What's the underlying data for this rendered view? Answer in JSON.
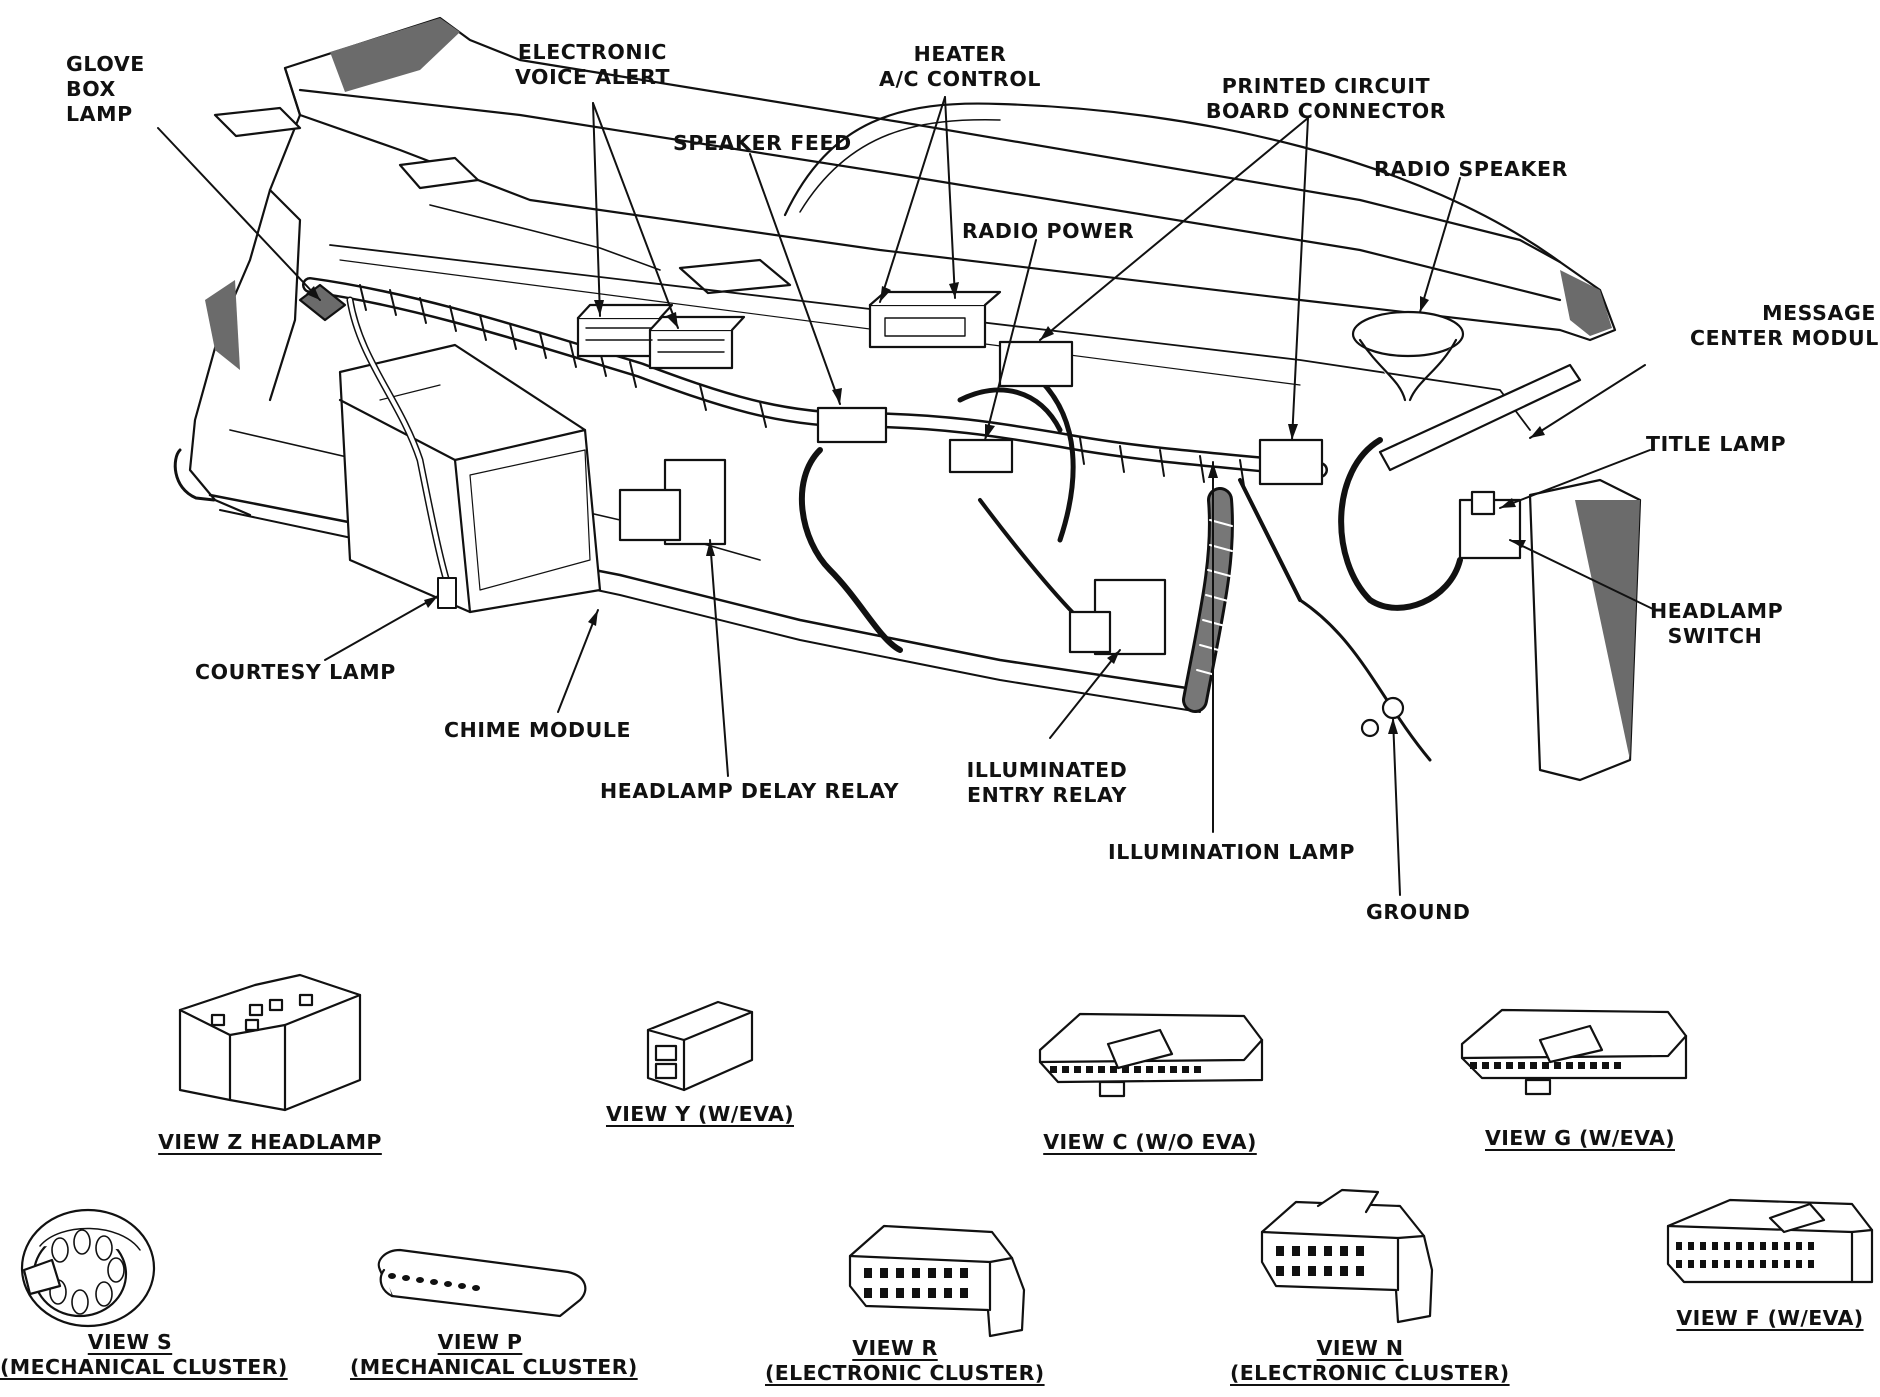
{
  "callouts": {
    "glove_box_lamp": "GLOVE\nBOX\nLAMP",
    "electronic_voice_alert": "ELECTRONIC\nVOICE ALERT",
    "heater_ac_control": "HEATER\nA/C CONTROL",
    "printed_circuit_board_connector": "PRINTED CIRCUIT\nBOARD CONNECTOR",
    "speaker_feed": "SPEAKER FEED",
    "radio_speaker": "RADIO SPEAKER",
    "radio_power": "RADIO POWER",
    "message_center_module": "MESSAGE\nCENTER MODULE",
    "title_lamp": "TITLE LAMP",
    "headlamp_switch": "HEADLAMP\nSWITCH",
    "courtesy_lamp": "COURTESY LAMP",
    "chime_module": "CHIME MODULE",
    "headlamp_delay_relay": "HEADLAMP DELAY RELAY",
    "illuminated_entry_relay": "ILLUMINATED\nENTRY RELAY",
    "illumination_lamp": "ILLUMINATION LAMP",
    "ground": "GROUND"
  },
  "views": {
    "z": {
      "title": "VIEW Z HEADLAMP"
    },
    "y": {
      "title": "VIEW Y (W/EVA)"
    },
    "c": {
      "title": "VIEW C (W/O EVA)"
    },
    "g": {
      "title": "VIEW G (W/EVA)"
    },
    "s": {
      "title": "VIEW S",
      "subtitle": "(MECHANICAL CLUSTER)"
    },
    "p": {
      "title": "VIEW P",
      "subtitle": "(MECHANICAL CLUSTER)"
    },
    "r": {
      "title": "VIEW R",
      "subtitle": "(ELECTRONIC CLUSTER)"
    },
    "n": {
      "title": "VIEW N",
      "subtitle": "(ELECTRONIC CLUSTER)"
    },
    "f": {
      "title": "VIEW F (W/EVA)"
    }
  },
  "colors": {
    "ink": "#111111",
    "paper": "#ffffff",
    "shade": "#6b6b6b"
  }
}
